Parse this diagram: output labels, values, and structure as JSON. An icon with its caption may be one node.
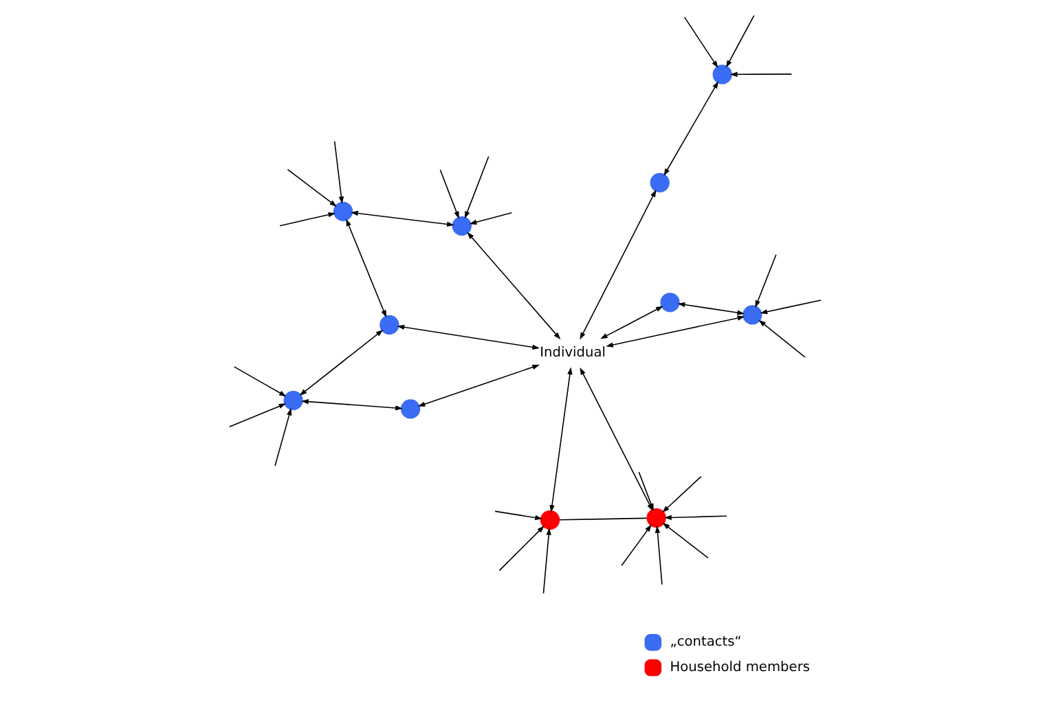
{
  "diagram": {
    "nodes": [
      {
        "text": [
          "Individual"
        ]
      },
      {
        "text": [],
        "shape": "circle"
      },
      {
        "text": [],
        "shape": "circle"
      },
      {
        "text": [],
        "shape": "circle"
      },
      {
        "text": [],
        "shape": "circle"
      },
      {
        "text": [],
        "shape": "circle"
      },
      {
        "text": [],
        "shape": "circle"
      },
      {
        "text": [],
        "shape": "circle"
      },
      {
        "text": [],
        "shape": "circle"
      },
      {
        "text": [],
        "shape": "circle"
      },
      {
        "text": [],
        "shape": "circle"
      },
      {
        "text": [],
        "shape": "circle"
      }
    ],
    "edges": [
      {
        "from": 1,
        "to": 2,
        "arrow": "both"
      },
      {
        "from": 1,
        "to": 3,
        "arrow": "both"
      },
      {
        "from": 3,
        "to": 4,
        "arrow": "both"
      },
      {
        "from": 4,
        "to": 5,
        "arrow": "both"
      },
      {
        "from": 2,
        "to": 0,
        "arrow": "both"
      },
      {
        "from": 3,
        "to": 0,
        "arrow": "both"
      },
      {
        "from": 5,
        "to": 0,
        "arrow": "both"
      },
      {
        "from": 6,
        "to": 0,
        "arrow": "both"
      },
      {
        "from": 7,
        "to": 0,
        "arrow": "both"
      },
      {
        "from": 9,
        "to": 0,
        "arrow": "both"
      },
      {
        "from": 6,
        "to": 7,
        "arrow": "both"
      },
      {
        "from": 8,
        "to": 9,
        "arrow": "both"
      },
      {
        "from": 0,
        "to": 10,
        "arrow": "both"
      },
      {
        "from": 0,
        "to": 11,
        "arrow": "both"
      },
      {
        "from": 10,
        "to": 11,
        "arrow": "none"
      },
      {
        "from": null,
        "to": 1,
        "arrow": "to"
      },
      {
        "from": null,
        "to": 1,
        "arrow": "to"
      },
      {
        "from": null,
        "to": 1,
        "arrow": "to"
      },
      {
        "from": null,
        "to": 2,
        "arrow": "to"
      },
      {
        "from": null,
        "to": 2,
        "arrow": "to"
      },
      {
        "from": null,
        "to": 2,
        "arrow": "to"
      },
      {
        "from": null,
        "to": 4,
        "arrow": "to"
      },
      {
        "from": null,
        "to": 4,
        "arrow": "to"
      },
      {
        "from": null,
        "to": 4,
        "arrow": "to"
      },
      {
        "from": null,
        "to": 6,
        "arrow": "to"
      },
      {
        "from": null,
        "to": 6,
        "arrow": "to"
      },
      {
        "from": null,
        "to": 6,
        "arrow": "to"
      },
      {
        "from": null,
        "to": 8,
        "arrow": "to"
      },
      {
        "from": null,
        "to": 8,
        "arrow": "to"
      },
      {
        "from": null,
        "to": 8,
        "arrow": "to"
      },
      {
        "from": null,
        "to": 10,
        "arrow": "to"
      },
      {
        "from": null,
        "to": 10,
        "arrow": "to"
      },
      {
        "from": null,
        "to": 10,
        "arrow": "to"
      },
      {
        "from": null,
        "to": 11,
        "arrow": "to"
      },
      {
        "from": null,
        "to": 11,
        "arrow": "to"
      },
      {
        "from": null,
        "to": 11,
        "arrow": "to"
      },
      {
        "from": null,
        "to": 11,
        "arrow": "to"
      },
      {
        "from": null,
        "to": 11,
        "arrow": "to"
      },
      {
        "from": null,
        "to": 11,
        "arrow": "to"
      }
    ],
    "legend": [
      {
        "text": "„contacts“",
        "color": "#3a6cf4"
      },
      {
        "text": "Household members",
        "color": "#ff0000"
      }
    ]
  }
}
